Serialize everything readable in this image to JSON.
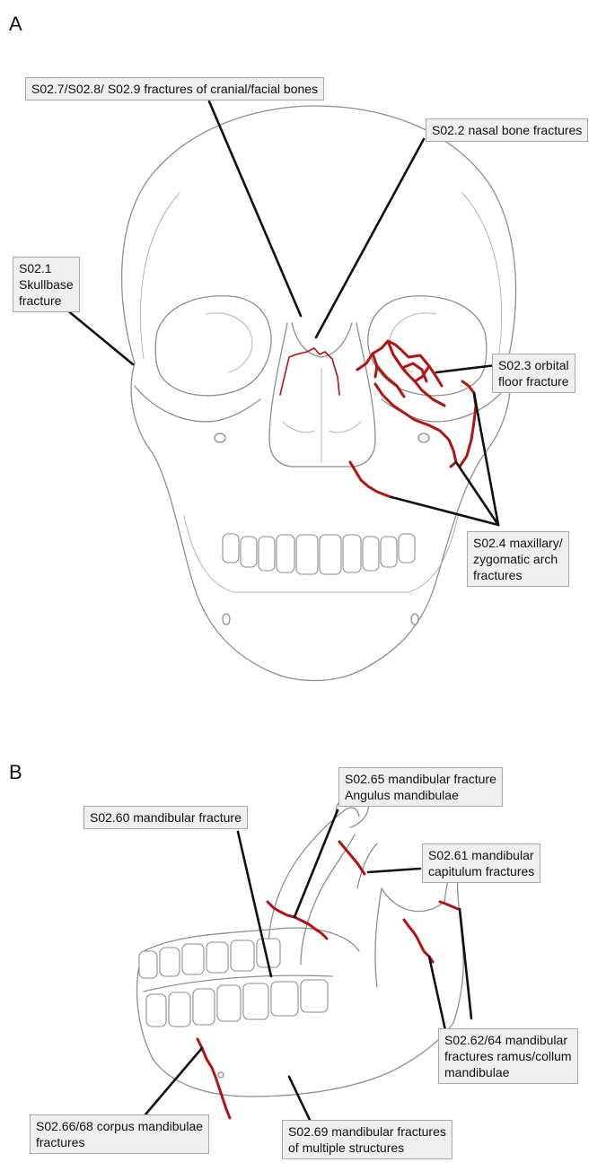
{
  "panel_a": {
    "letter": "A",
    "labels": {
      "cranial_facial": [
        "S02.7/S02.8/ S02.9 fractures of cranial/facial bones"
      ],
      "nasal": [
        "S02.2 nasal bone fractures"
      ],
      "skullbase": [
        "S02.1",
        "Skullbase",
        "fracture"
      ],
      "orbital": [
        "S02.3 orbital",
        "floor fracture"
      ],
      "maxillary": [
        "S02.4 maxillary/",
        "zygomatic arch",
        "fractures"
      ]
    }
  },
  "panel_b": {
    "letter": "B",
    "labels": {
      "m60": [
        "S02.60 mandibular fracture"
      ],
      "m65": [
        "S02.65 mandibular fracture",
        "Angulus mandibulae"
      ],
      "m61": [
        "S02.61 mandibular",
        "capitulum fractures"
      ],
      "m62": [
        "S02.62/64 mandibular",
        "fractures ramus/collum",
        "mandibulae"
      ],
      "m66": [
        "S02.66/68 corpus mandibulae",
        "fractures"
      ],
      "m69": [
        "S02.69 mandibular fractures",
        "of multiple structures"
      ]
    }
  },
  "colors": {
    "fracture": "#b01414",
    "leader": "#111111",
    "label_bg": "#efefef",
    "bone_outline": "#8e8e8e"
  }
}
